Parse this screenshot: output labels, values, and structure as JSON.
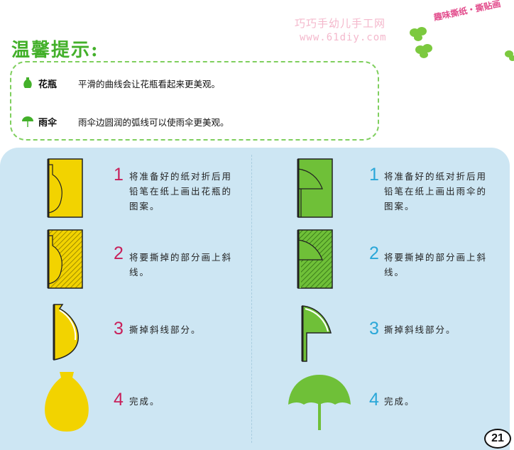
{
  "watermark": {
    "title": "巧巧手幼儿手工网",
    "url": "www.61diy.com"
  },
  "header_arc": {
    "label": "趣味撕纸・撕贴画"
  },
  "tips": {
    "title": "温馨提示:",
    "items": [
      {
        "term": "花瓶",
        "text": "平滑的曲线会让花瓶看起来更美观。",
        "icon": "vase-icon"
      },
      {
        "term": "雨伞",
        "text": "雨伞边圆润的弧线可以使雨伞更美观。",
        "icon": "umbrella-icon"
      }
    ]
  },
  "colors": {
    "accent_green": "#43b02a",
    "panel_blue": "#cde6f3",
    "vase_yellow": "#f2d300",
    "umbrella_green": "#6fc038",
    "step_number_left": "#c8205a",
    "step_number_right": "#2aa7d8"
  },
  "vase_steps": [
    {
      "number": "1",
      "text": "将准备好的纸对折后用铅笔在纸上画出花瓶的图案。"
    },
    {
      "number": "2",
      "text": "将要撕掉的部分画上斜线。"
    },
    {
      "number": "3",
      "text": "撕掉斜线部分。"
    },
    {
      "number": "4",
      "text": "完成。"
    }
  ],
  "umbrella_steps": [
    {
      "number": "1",
      "text": "将准备好的纸对折后用铅笔在纸上画出雨伞的图案。"
    },
    {
      "number": "2",
      "text": "将要撕掉的部分画上斜线。"
    },
    {
      "number": "3",
      "text": "撕掉斜线部分。"
    },
    {
      "number": "4",
      "text": "完成。"
    }
  ],
  "page_number": "21"
}
